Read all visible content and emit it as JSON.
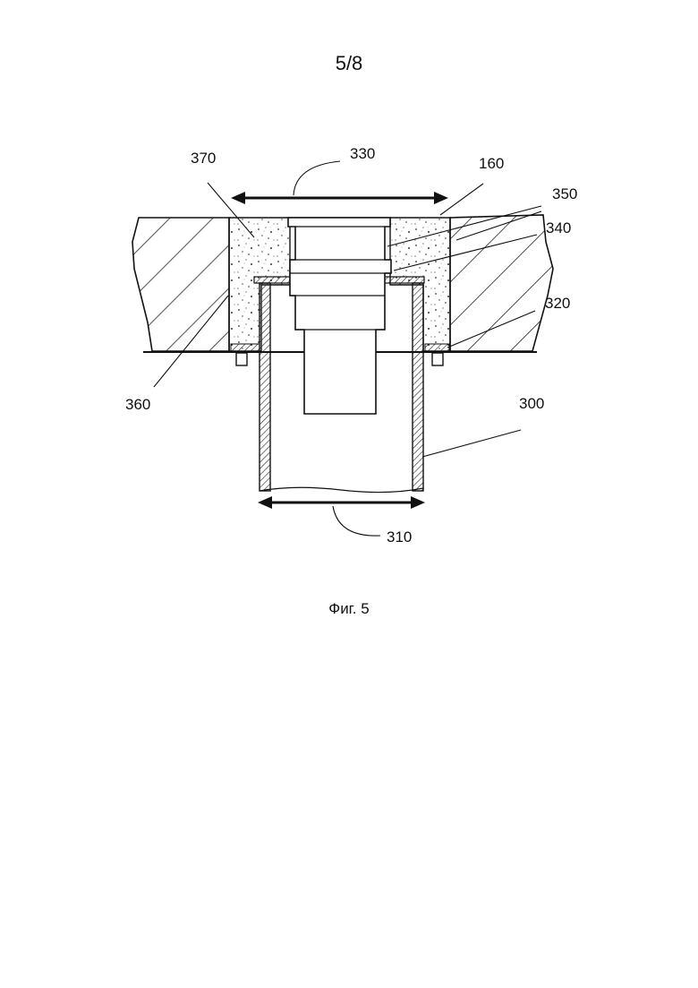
{
  "page": {
    "number": "5/8"
  },
  "figure": {
    "caption": "Фиг. 5",
    "labels": {
      "l370": "370",
      "l330": "330",
      "l160": "160",
      "l350": "350",
      "l340": "340",
      "l320": "320",
      "l360": "360",
      "l300": "300",
      "l310": "310"
    }
  }
}
